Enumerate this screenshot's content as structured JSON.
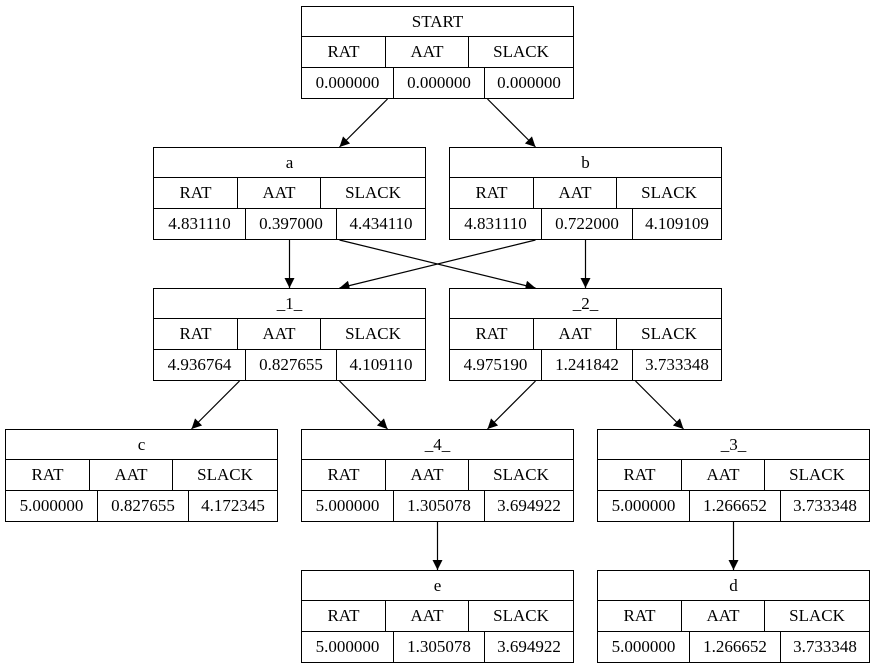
{
  "headers": [
    "RAT",
    "AAT",
    "SLACK"
  ],
  "nodes": [
    {
      "id": "START",
      "label": "START",
      "values": [
        "0.000000",
        "0.000000",
        "0.000000"
      ]
    },
    {
      "id": "a",
      "label": "a",
      "values": [
        "4.831110",
        "0.397000",
        "4.434110"
      ]
    },
    {
      "id": "b",
      "label": "b",
      "values": [
        "4.831110",
        "0.722000",
        "4.109109"
      ]
    },
    {
      "id": "_1_",
      "label": "_1_",
      "values": [
        "4.936764",
        "0.827655",
        "4.109110"
      ]
    },
    {
      "id": "_2_",
      "label": "_2_",
      "values": [
        "4.975190",
        "1.241842",
        "3.733348"
      ]
    },
    {
      "id": "c",
      "label": "c",
      "values": [
        "5.000000",
        "0.827655",
        "4.172345"
      ]
    },
    {
      "id": "_4_",
      "label": "_4_",
      "values": [
        "5.000000",
        "1.305078",
        "3.694922"
      ]
    },
    {
      "id": "_3_",
      "label": "_3_",
      "values": [
        "5.000000",
        "1.266652",
        "3.733348"
      ]
    },
    {
      "id": "e",
      "label": "e",
      "values": [
        "5.000000",
        "1.305078",
        "3.694922"
      ]
    },
    {
      "id": "d",
      "label": "d",
      "values": [
        "5.000000",
        "1.266652",
        "3.733348"
      ]
    }
  ],
  "edges": [
    {
      "from": "START",
      "to": "a"
    },
    {
      "from": "START",
      "to": "b"
    },
    {
      "from": "a",
      "to": "_1_"
    },
    {
      "from": "a",
      "to": "_2_"
    },
    {
      "from": "b",
      "to": "_1_"
    },
    {
      "from": "b",
      "to": "_2_"
    },
    {
      "from": "_1_",
      "to": "c"
    },
    {
      "from": "_1_",
      "to": "_4_"
    },
    {
      "from": "_2_",
      "to": "_4_"
    },
    {
      "from": "_2_",
      "to": "_3_"
    },
    {
      "from": "_4_",
      "to": "e"
    },
    {
      "from": "_3_",
      "to": "d"
    }
  ],
  "colors": {
    "stroke": "#000000",
    "background": "#ffffff"
  }
}
